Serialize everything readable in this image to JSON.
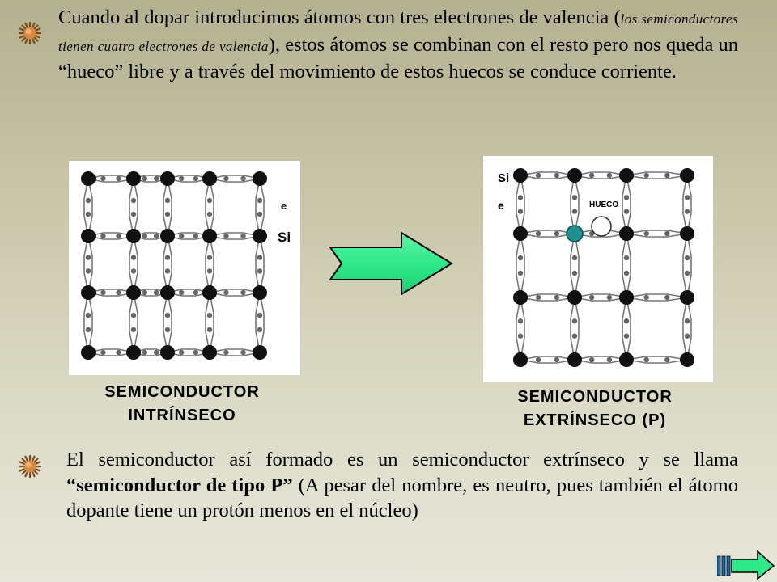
{
  "paragraph1": {
    "main1": "Cuando al dopar introducimos átomos con tres electrones de valencia (",
    "small": "los semiconductores tienen cuatro electrones de valencia",
    "main2": "), estos átomos se combinan con el resto pero nos queda un “hueco” libre y a través del movimiento de estos huecos se conduce corriente."
  },
  "diagram_left": {
    "label_e": "e",
    "label_si": "Si",
    "caption_line1": "SEMICONDUCTOR",
    "caption_line2": "INTRÍNSECO"
  },
  "diagram_right": {
    "label_si": "Si",
    "label_e": "e",
    "label_hueco": "HUECO",
    "caption_line1": "SEMICONDUCTOR",
    "caption_line2": "EXTRÍNSECO (P)"
  },
  "paragraph2": {
    "text1": "El semiconductor así formado es un semiconductor extrínseco y se llama ",
    "bold": "“semiconductor de tipo P”",
    "text2": " (A pesar del nombre, es neutro, pues también el átomo dopante tiene un protón menos en el núcleo)"
  },
  "colors": {
    "arrow_fill": "#2ee88a",
    "dopant_atom": "#1f8f8f",
    "bullet": "#c07838"
  },
  "icons": {
    "bullet": "sun-bullet-icon",
    "transition": "right-arrow-icon",
    "navigation": "next-slide-icon"
  }
}
